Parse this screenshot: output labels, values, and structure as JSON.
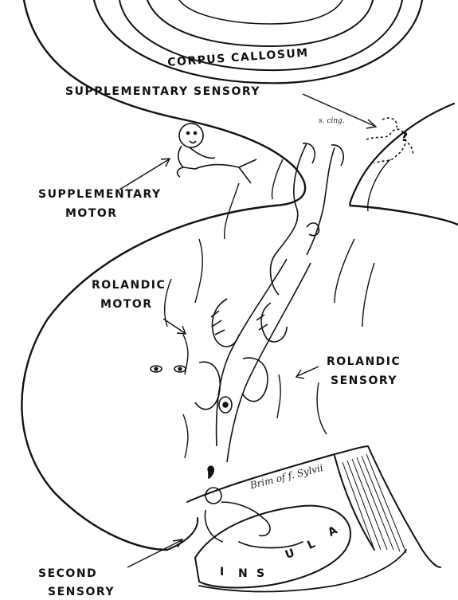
{
  "labels": {
    "corpus_callosum": "CORPUS CALLOSUM",
    "supplementary_sensory": "SUPPLEMENTARY SENSORY",
    "s_cing": "s. cing.",
    "question_mark": "?",
    "supplementary_motor_line1": "SUPPLEMENTARY",
    "supplementary_motor_line2": "MOTOR",
    "rolandic_motor_line1": "ROLANDIC",
    "rolandic_motor_line2": "MOTOR",
    "rolandic_sensory_line1": "ROLANDIC",
    "rolandic_sensory_line2": "SENSORY",
    "brim_sylvii": "Brim of f. Sylvii",
    "insula_letters": [
      "I",
      "N",
      "S",
      "U",
      "L",
      "A"
    ],
    "second_sensory_line1": "SECOND",
    "second_sensory_line2": "SENSORY"
  }
}
